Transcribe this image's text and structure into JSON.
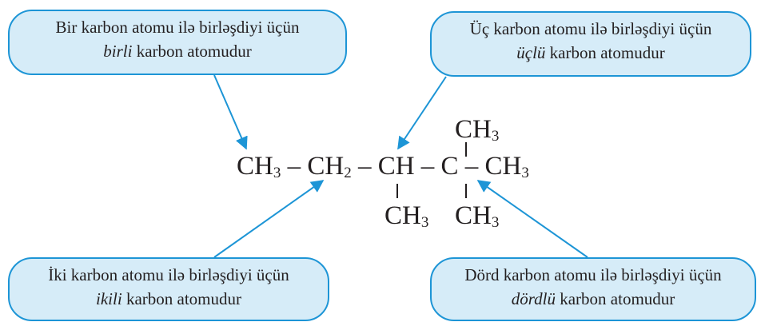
{
  "callouts": {
    "primary": {
      "line1": "Bir karbon atomu ilə birləşdiyi üçün",
      "em": "birli",
      "rest": " karbon atomudur"
    },
    "tertiary": {
      "line1": "Üç karbon atomu ilə birləşdiyi üçün",
      "em": "üçlü",
      "rest": " karbon atomudur"
    },
    "secondary": {
      "line1": "İki karbon atomu ilə birləşdiyi üçün",
      "em": "ikili",
      "rest": " karbon atomudur"
    },
    "quaternary": {
      "line1": "Dörd karbon atomu ilə birləşdiyi üçün",
      "em": "dördlü",
      "rest": " karbon atomudur"
    }
  },
  "formula": {
    "c1_symbol": "CH",
    "c1_sub": "3",
    "dash1": " – ",
    "c2_symbol": "CH",
    "c2_sub": "2",
    "dash2": " – ",
    "c3_symbol": "CH",
    "dash3": " – ",
    "c4_symbol": "C",
    "dash4": " – ",
    "c5_symbol": "CH",
    "c5_sub": "3",
    "branch_top_symbol": "CH",
    "branch_top_sub": "3",
    "branch_c3_symbol": "CH",
    "branch_c3_sub": "3",
    "branch_c4_symbol": "CH",
    "branch_c4_sub": "3"
  },
  "colors": {
    "bubble_fill": "#d6ecf8",
    "bubble_border": "#1d95d6",
    "arrow": "#1d95d6",
    "text": "#231f20"
  }
}
